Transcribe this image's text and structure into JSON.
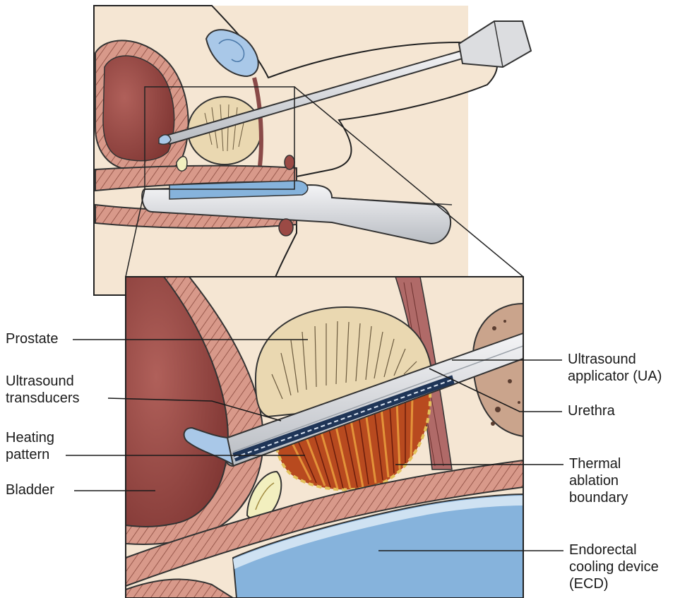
{
  "labels": {
    "prostate": "Prostate",
    "ultrasound_transducers_1": "Ultrasound",
    "ultrasound_transducers_2": "transducers",
    "heating_pattern_1": "Heating",
    "heating_pattern_2": "pattern",
    "bladder": "Bladder",
    "ua_1": "Ultrasound",
    "ua_2": "applicator (UA)",
    "urethra": "Urethra",
    "thermal_1": "Thermal",
    "thermal_2": "ablation",
    "thermal_3": "boundary",
    "ecd_1": "Endorectal",
    "ecd_2": "cooling device",
    "ecd_3": "(ECD)"
  },
  "colors": {
    "skin": "#f5e6d3",
    "bladder": "#9b4a45",
    "wall": "#d79a86",
    "prostate": "#ead8b1",
    "heating": "#b84a1f",
    "cooling": "#86b3dc",
    "applicator": "#e8e8ea"
  }
}
